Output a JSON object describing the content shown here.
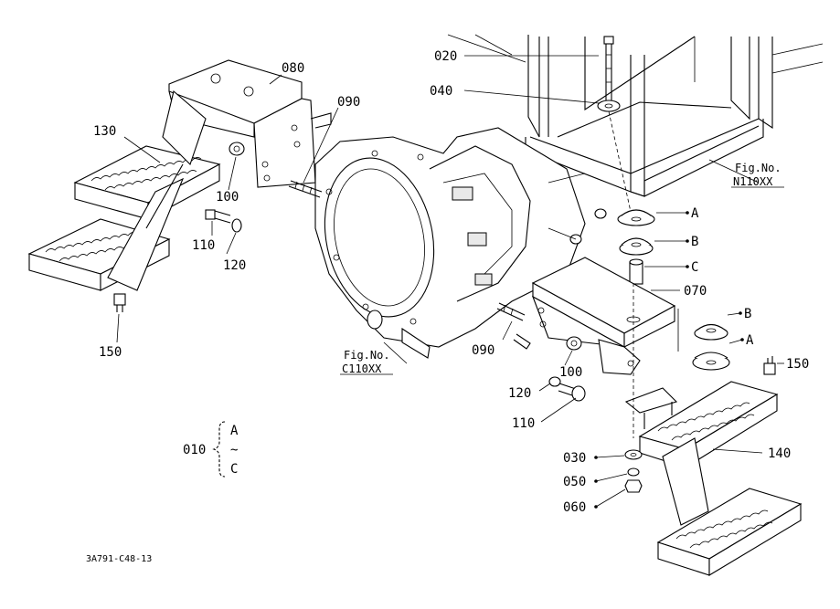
{
  "diagram": {
    "part_labels": {
      "p020": "020",
      "p040": "040",
      "p080": "080",
      "p090_top": "090",
      "p130": "130",
      "p100_left": "100",
      "p110_left": "110",
      "p120_left": "120",
      "p150_left": "150",
      "pA_top": "A",
      "pB_top": "B",
      "pC": "C",
      "p070": "070",
      "pB_bottom": "B",
      "pA_bottom": "A",
      "p150_right": "150",
      "p090_bottom": "090",
      "p100_right": "100",
      "p120_right": "120",
      "p110_right": "110",
      "p140": "140",
      "p030": "030",
      "p050": "050",
      "p060": "060"
    },
    "figure_refs": {
      "n110xx_line1": "Fig.No.",
      "n110xx_line2": "N110XX",
      "c110xx_line1": "Fig.No.",
      "c110xx_line2": "C110XX"
    },
    "set_callout": {
      "number": "010",
      "range_start": "A",
      "range_sep": "~",
      "range_end": "C"
    },
    "drawing_code": "3A791-C48-13"
  }
}
